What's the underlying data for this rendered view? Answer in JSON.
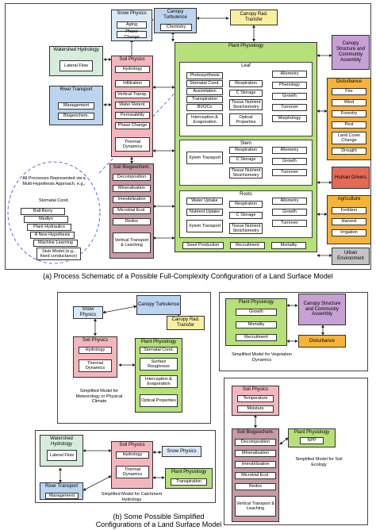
{
  "panel_a": {
    "caption": "(a) Process Schematic of a Possible Full-Complexity Configuration of a Land Surface Model",
    "snow_physics": {
      "title": "Snow Physics",
      "items": [
        "Aging",
        "Phase Change"
      ]
    },
    "canopy_turbulence": {
      "title": "Canopy Turbulence",
      "items": [
        "Chemistry"
      ]
    },
    "canopy_rad_transfer": {
      "title": "Canopy Rad. Transfer"
    },
    "watershed_hydrology": {
      "title": "Watershed Hydrology",
      "items": [
        "Lateral Flow"
      ]
    },
    "river_transport": {
      "title": "River Transport",
      "items": [
        "Management",
        "Biogeochem."
      ]
    },
    "soil_physics": {
      "title": "Soil Physics",
      "items": [
        "Hydrology",
        "Infiltration",
        "Vertical Transp.",
        "Water Retent.",
        "Permeability",
        "Phase Change",
        "Thermal Dynamics"
      ]
    },
    "plant_physiology": {
      "title": "Plant Physiology",
      "leaf": {
        "title": "Leaf",
        "left": [
          "Photosynthesis",
          "Stomatal Cond.",
          "Assimilation",
          "Transpiration",
          "BVOCs",
          "Interception & Evaporation"
        ],
        "center": [
          "Respiration",
          "C Storage",
          "Tissue Nutrient Stoichiometry",
          "Optical Properties"
        ],
        "right": [
          "Allometry",
          "Phenology",
          "Growth",
          "Turnover",
          "Morphology"
        ]
      },
      "stem": {
        "title": "Stem",
        "left": [
          "Xylem Transport"
        ],
        "center": [
          "Respiration",
          "C Storage",
          "Tissue Nutrient Stoichiometry"
        ],
        "right": [
          "Allometry",
          "Growth",
          "Turnover"
        ]
      },
      "roots": {
        "title": "Roots",
        "left": [
          "Water Uptake",
          "Nutrient Uptake",
          "Xylem Transport"
        ],
        "center": [
          "Respiration",
          "C Storage",
          "Tissue Nutrient Stoichiometry"
        ],
        "right": [
          "Allometry",
          "Growth",
          "Turnover"
        ]
      },
      "bottom": [
        "Seed Production",
        "Recruitment",
        "Mortality"
      ]
    },
    "canopy_structure": {
      "title": "Canopy Structure and Community Assembly"
    },
    "disturbance": {
      "title": "Disturbance",
      "items": [
        "Fire",
        "Wind",
        "Forestry",
        "Pest",
        "Land Cover Change",
        "Drought"
      ]
    },
    "human_drivers": {
      "title": "Human Drivers"
    },
    "agriculture": {
      "title": "Agriculture",
      "items": [
        "Fertilizer",
        "Harvest",
        "Irrigation"
      ]
    },
    "urban_environment": {
      "title": "Urban Environment"
    },
    "soil_biogeochem": {
      "title": "Soil Biogeochem.",
      "items": [
        "Decomposition",
        "Mineralisation",
        "Immobilization",
        "Microbial Ecol.",
        "Redox",
        "Vertical Transport & Leaching"
      ]
    },
    "hypothesis": {
      "text": "All Processes Represented via a Multi-Hypothesis Approach, e.g.,",
      "subtitle": "Stomatal Cond.",
      "stack": [
        "Ball-Berry",
        "Medlyn",
        "Plant Hydraulics",
        "A New Hypothesis",
        "Machine Learning",
        "Stub Model (e.g., fixed conductance)"
      ]
    }
  },
  "panel_b": {
    "caption": "(b) Some Possible Simplified Configurations of a Land Surface Model",
    "met": {
      "snow_physics": "Snow Physics",
      "canopy_turbulence": "Canopy Turbulence",
      "canopy_rad_transfer": "Canopy Rad. Transfer",
      "soil_physics": {
        "title": "Soil Physics",
        "items": [
          "Hydrology",
          "Thermal Dynamics"
        ]
      },
      "plant_physiology": {
        "title": "Plant Physiology",
        "items": [
          "Stomatal Cond.",
          "Surface Roughness",
          "Interception & Evaporation",
          "Optical Properties"
        ]
      },
      "label": "Simplified Model for Meteorology or Physical Climate"
    },
    "veg": {
      "plant_physiology": {
        "title": "Plant Physiology",
        "items": [
          "Growth",
          "Mortality",
          "Recruitment"
        ]
      },
      "canopy_structure": "Canopy Structure and Community Assembly",
      "disturbance": "Disturbance",
      "label": "Simplified Model for Vegetation Dynamics"
    },
    "eco": {
      "soil_physics": {
        "title": "Soil Physics",
        "items": [
          "Temperature",
          "Moisture"
        ]
      },
      "soil_biogeochem": {
        "title": "Soil Biogeochem.",
        "items": [
          "Decomposition",
          "Mineralisation",
          "Immobilization",
          "Microbial Ecol.",
          "Redox",
          "Vertical Transport & Leaching"
        ]
      },
      "plant_physiology": {
        "title": "Plant Physiology",
        "items": [
          "NPP"
        ]
      },
      "label": "Simplified Model for Soil Ecology"
    },
    "catch": {
      "watershed_hydrology": {
        "title": "Watershed Hydrology",
        "items": [
          "Lateral Flow"
        ]
      },
      "river_transport": {
        "title": "River Transport",
        "items": [
          "Management"
        ]
      },
      "soil_physics": {
        "title": "Soil Physics",
        "items": [
          "Hydrology",
          "Thermal Dynamics"
        ]
      },
      "snow_physics": "Snow Physics",
      "plant_physiology": {
        "title": "Plant Physiology",
        "items": [
          "Transpiration"
        ]
      },
      "label": "Simplified Model for Catchment Hydrology"
    }
  }
}
